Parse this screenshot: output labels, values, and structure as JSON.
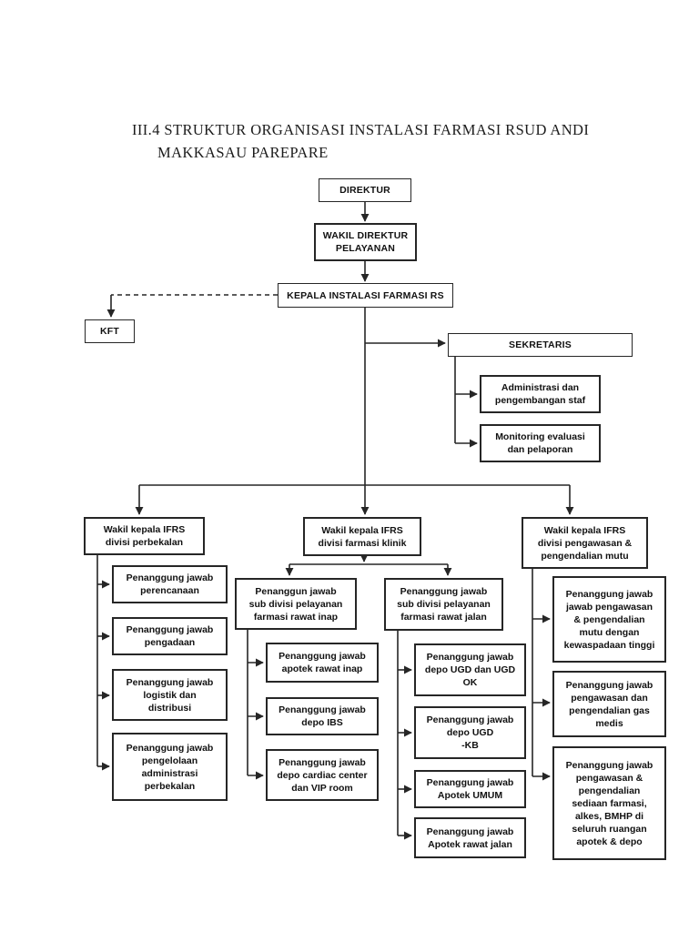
{
  "title": {
    "line1": "III.4 STRUKTUR ORGANISASI INSTALASI FARMASI RSUD ANDI",
    "line2": "MAKKASAU PAREPARE"
  },
  "colors": {
    "background": "#ffffff",
    "line": "#262626",
    "box_border": "#262626",
    "text": "#111111"
  },
  "nodes": {
    "direktur": "DIREKTUR",
    "wakil_direktur": "WAKIL DIREKTUR\nPELAYANAN",
    "kepala_instalasi": "KEPALA INSTALASI FARMASI RS",
    "kft": "KFT",
    "sekretaris": "SEKRETARIS",
    "administrasi": "Administrasi dan\npengembangan staf",
    "monitoring": "Monitoring evaluasi\ndan pelaporan",
    "div_perbekalan": "Wakil kepala IFRS\ndivisi perbekalan",
    "div_farmasi_klinik": "Wakil kepala IFRS\ndivisi farmasi klinik",
    "div_pengawasan": "Wakil kepala IFRS\ndivisi pengawasan &\npengendalian mutu",
    "perencanaan": "Penanggung jawab\nperencanaan",
    "pengadaan": "Penanggung jawab\npengadaan",
    "logistik": "Penanggung jawab\nlogistik dan\ndistribusi",
    "pengelolaan": "Penanggung jawab\npengelolaan\nadministrasi\nperbekalan",
    "sub_rawat_inap": "Penanggun jawab\nsub divisi pelayanan\nfarmasi rawat inap",
    "apotek_rawat_inap": "Penanggung jawab\napotek rawat inap",
    "depo_ibs": "Penanggung jawab\ndepo IBS",
    "depo_cardiac": "Penanggung jawab\ndepo cardiac center\ndan VIP room",
    "sub_rawat_jalan": "Penanggung jawab\nsub divisi pelayanan\nfarmasi rawat jalan",
    "depo_ugd_ok": "Penanggung jawab\ndepo UGD dan UGD\nOK",
    "depo_ugd_kb": "Penanggung jawab\ndepo UGD\n-KB",
    "apotek_umum": "Penanggung jawab\nApotek UMUM",
    "apotek_rawat_jalan": "Penanggung jawab\nApotek rawat jalan",
    "pengawasan_mutu": "Penanggung jawab\njawab pengawasan\n& pengendalian\nmutu dengan\nkewaspadaan tinggi",
    "gas_medis": "Penanggung jawab\npengawasan dan\npengendalian gas\nmedis",
    "sediaan_farmasi": "Penanggung jawab\npengawasan &\npengendalian\nsediaan farmasi,\nalkes, BMHP di\nseluruh ruangan\napotek & depo"
  }
}
